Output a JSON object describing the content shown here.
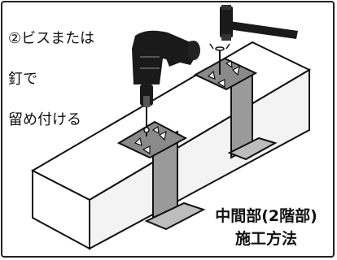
{
  "instruction": {
    "line1": "②ビスまたは",
    "line2": "釘で",
    "line3": "留め付ける"
  },
  "caption": {
    "line1": "中間部(2階部)",
    "line2": "施工方法"
  },
  "colors": {
    "outline": "#111111",
    "beam_top": "#ffffff",
    "beam_side": "#f2f2f2",
    "metal_plate": "#8c8c8c",
    "metal_light": "#d0d0d0",
    "tool_body": "#1a1a1a"
  },
  "icons": [
    "power-drill-icon",
    "hammer-icon",
    "screw-icon",
    "nail-icon"
  ]
}
